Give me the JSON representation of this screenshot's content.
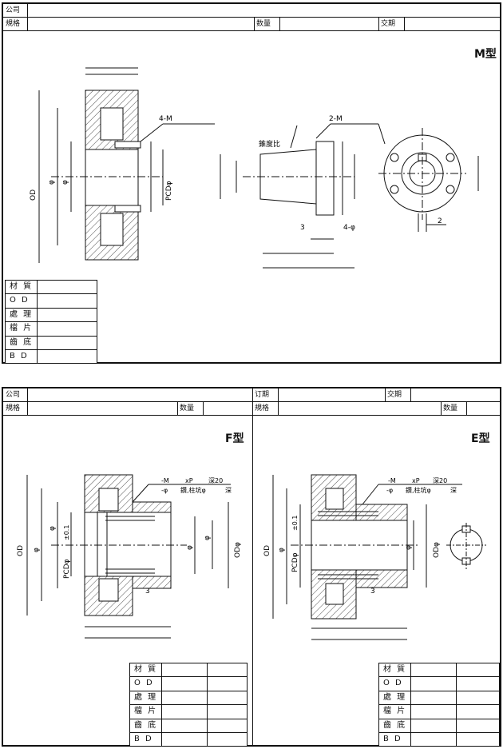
{
  "top_sheet": {
    "company_label": "公司",
    "spec_label": "規格",
    "qty_label": "数量",
    "delivery_label": "交期",
    "type_label": "M型",
    "dims": {
      "m_bolt": "4-M",
      "m_bolt2": "2-M",
      "taper": "錐度比",
      "od": "OD",
      "pcd": "PCDφ",
      "phi": "φ",
      "dim3": "3",
      "holes": "4-φ",
      "dim2": "2"
    },
    "specs": [
      "材 質",
      "O D",
      "處 理",
      "檔 片",
      "齒 底",
      "B D"
    ]
  },
  "left_sheet": {
    "company_label": "公司",
    "spec_label": "規格",
    "qty_label": "数量",
    "type_label": "F型",
    "dims": {
      "m": "-M",
      "pitch": "xP",
      "depth": "深20",
      "phi_minus": "-φ",
      "counterbore": "鑽,柱坑φ",
      "depth2": "深",
      "tol": "±0.1",
      "pcd": "PCDφ",
      "od": "ODφ",
      "od_left": "OD",
      "phi": "φ",
      "dim3": "3"
    },
    "specs": [
      "材 質",
      "O D",
      "處 理",
      "檔 片",
      "齒 底",
      "B D"
    ]
  },
  "right_sheet": {
    "order_date_label": "订期",
    "delivery_label": "交期",
    "spec_label": "規格",
    "qty_label": "数量",
    "type_label": "E型",
    "dims": {
      "m": "-M",
      "pitch": "xP",
      "depth": "深20",
      "phi_minus": "-φ",
      "counterbore": "鑽,柱坑φ",
      "depth2": "深",
      "tol": "±0.1",
      "pcd": "PCDφ",
      "od": "ODφ",
      "od_left": "OD",
      "phi": "φ",
      "dim3": "3"
    },
    "specs": [
      "材 質",
      "O D",
      "處 理",
      "檔 片",
      "齒 底",
      "B D"
    ]
  }
}
